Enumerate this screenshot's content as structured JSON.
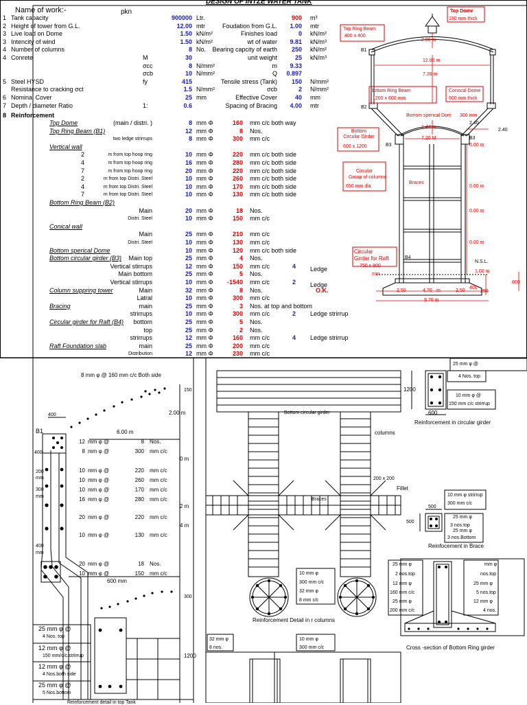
{
  "title": "DESIGN OF INTZE WATER TANK",
  "name_of_work": {
    "label": "Name of work:-",
    "value": "pkn"
  },
  "rows": [
    {
      "no": "1",
      "label": "Tank capacity",
      "v": "900000",
      "u": "Ltr.",
      "v2": "900",
      "u2": "m³"
    },
    {
      "no": "2",
      "label": "Height of tower from G.L.",
      "v": "12.00",
      "u": "mtr",
      "l2": "Foudation from G.L.",
      "v2": "1.00",
      "u2": "mtr"
    },
    {
      "no": "3",
      "label": "Live load on Dome",
      "v": "1.50",
      "u": "kN/m²",
      "l2": "Finishes load",
      "v2": "0",
      "u2": "kN/m²"
    },
    {
      "no": "3",
      "label": "Intencity of wind",
      "v": "1.50",
      "u": "kN/m²",
      "l2": "wt of water",
      "v2": "9.81",
      "u2": "kN/m³"
    },
    {
      "no": "4",
      "label": "Number of columns",
      "v": "8",
      "u": "No.",
      "l2": "Bearing capcity of earth",
      "v2": "250",
      "u2": "kN/m²"
    },
    {
      "no": "4",
      "label": "Conrete",
      "sym": "M",
      "v": "30",
      "u": "",
      "l2": "unit weight",
      "v2": "25",
      "u2": "kN/m³"
    },
    {
      "no": "",
      "label": "",
      "sym": "σcc",
      "v": "8",
      "u": "N/mm²",
      "l2": "m",
      "v2": "9.33",
      "u2": ""
    },
    {
      "no": "",
      "label": "",
      "sym": "σcb",
      "v": "10",
      "u": "N/mm²",
      "l2": "Q",
      "v2": "0.897",
      "u2": ""
    },
    {
      "no": "5",
      "label": "Steel HYSD",
      "sym": "fy",
      "v": "415",
      "u": "",
      "l2": "Tensile stress (Tank)",
      "v2": "150",
      "u2": "N/mm²"
    },
    {
      "no": "",
      "label": "Resistance to cracking σct",
      "sym": "",
      "v": "1.5",
      "u": "N/mm²",
      "l2": "σcb",
      "v2": "2",
      "u2": "N/mm²"
    },
    {
      "no": "6",
      "label": "Nominal Cover",
      "sym": "",
      "v": "25",
      "u": "mm",
      "l2": "Effective Cover",
      "v2": "40",
      "u2": "mm"
    },
    {
      "no": "7",
      "label": "Depth / diameter Ratio",
      "sym": "1:",
      "v": "0.6",
      "u": "",
      "l2": "Spacing of Bracing",
      "v2": "4.00",
      "u2": "mtr"
    }
  ],
  "reinforcement_heading": "Reinforcement",
  "reinforcement": [
    {
      "cat": "Top Dome",
      "sub": "(main / distri. )",
      "d": "8",
      "s": "160",
      "n": "mm c/c both way"
    },
    {
      "cat": "Top Ring Beam (B1)",
      "sub": "",
      "d": "12",
      "s": "8",
      "n": "Nos."
    },
    {
      "cat": "",
      "sub": "two ledge strirrups",
      "d": "8",
      "s": "300",
      "n": "mm c/c"
    },
    {
      "cat": "Vertical wall",
      "sub": "",
      "d": "",
      "s": "",
      "n": ""
    },
    {
      "cat": "",
      "pre": "2",
      "sub": "m from top    hoop ring",
      "d": "10",
      "s": "220",
      "n": "mm c/c both side"
    },
    {
      "cat": "",
      "pre": "4",
      "sub": "m from top    hoop ring",
      "d": "16",
      "s": "280",
      "n": "mm c/c both side"
    },
    {
      "cat": "",
      "pre": "7",
      "sub": "m from top    hoop ring",
      "d": "20",
      "s": "220",
      "n": "mm c/c both side"
    },
    {
      "cat": "",
      "pre": "2",
      "sub": "m from top    Distri. Steel",
      "d": "10",
      "s": "260",
      "n": "mm c/c both side"
    },
    {
      "cat": "",
      "pre": "4",
      "sub": "m from top    Distri. Steel",
      "d": "10",
      "s": "170",
      "n": "mm c/c both side"
    },
    {
      "cat": "",
      "pre": "7",
      "sub": "m from top    Distri. Steel",
      "d": "10",
      "s": "130",
      "n": "mm c/c both side"
    },
    {
      "cat": "Bottom Ring Beam (B2)",
      "sub": "",
      "d": "",
      "s": "",
      "n": ""
    },
    {
      "cat": "",
      "sub": "Main",
      "d": "20",
      "s": "18",
      "n": "Nos."
    },
    {
      "cat": "",
      "sub": "Distri. Steel",
      "d": "10",
      "s": "150",
      "n": "mm c/c"
    },
    {
      "cat": "Conical wall",
      "sub": "",
      "d": "",
      "s": "",
      "n": ""
    },
    {
      "cat": "",
      "sub": "Main",
      "d": "25",
      "s": "210",
      "n": "mm c/c"
    },
    {
      "cat": "",
      "sub": "Distri. Steel",
      "d": "10",
      "s": "130",
      "n": "mm c/c"
    },
    {
      "cat": "Bottom sperical Dome",
      "sub": "",
      "d": "10",
      "s": "120",
      "n": "mm c/c  both side"
    },
    {
      "cat": "Bottom circular girder (B3)",
      "sub": "Main top",
      "d": "25",
      "s": "4",
      "n": "Nos."
    },
    {
      "cat": "",
      "sub": "Vertical stirrups",
      "d": "12",
      "s": "150",
      "n": "mm c/c",
      "x": "4",
      "l": "Ledge"
    },
    {
      "cat": "",
      "sub": "Main bottom",
      "d": "25",
      "s": "5",
      "n": "Nos."
    },
    {
      "cat": "",
      "sub": "Vertical stirrups",
      "d": "10",
      "s": "-1540",
      "n": "mm c/c",
      "x": "2",
      "l": "Ledge"
    },
    {
      "cat": "Column suppring tower",
      "sub": "Main",
      "d": "32",
      "s": "8",
      "n": "Nos.",
      "ok": "O.K."
    },
    {
      "cat": "",
      "sub": "Latral",
      "d": "10",
      "s": "300",
      "n": "mm c/c"
    },
    {
      "cat": "Bracing",
      "sub": "main",
      "d": "25",
      "s": "3",
      "n": "Nos. at top and bottom"
    },
    {
      "cat": "",
      "sub": "strirrups",
      "d": "10",
      "s": "300",
      "n": "mm c/c",
      "x": "2",
      "l": "Ledge strirrup"
    },
    {
      "cat": "Circular girder for Raft (B4)",
      "sub": "bottom",
      "d": "25",
      "s": "5",
      "n": "Nos."
    },
    {
      "cat": "",
      "sub": "top",
      "d": "25",
      "s": "2",
      "n": "Nos.",
      "red": true
    },
    {
      "cat": "",
      "sub": "strirrups",
      "d": "12",
      "s": "160",
      "n": "mm c/c",
      "x": "4",
      "l": "Ledge strirrup"
    },
    {
      "cat": "Raft Foundation slab",
      "sub": "main",
      "d": "25",
      "s": "200",
      "n": "mm c/c"
    },
    {
      "cat": "",
      "sub": "Distribution",
      "d": "12",
      "s": "230",
      "n": "mm c/c"
    }
  ],
  "unit_dia": "mm Φ",
  "elevation": {
    "top_dome": "Top Dome",
    "top_dome_thk": "150    mm thick",
    "top_ring_beam": "Top Ring Beam",
    "trb_size": "400   x   400",
    "b1": "B1",
    "rise": "2.00 m",
    "dia": "12.00  m",
    "height": "7.20 m",
    "bottom_ring_beam": "Bottom Ring Beam",
    "brb_size": "1200   x   600    mm",
    "conical_dome": "Conocal Dome",
    "cd_thk": "600  mm thick",
    "b2": "B2",
    "bottom_dome": "Borrom sperical Dom",
    "bd_thk": "300   mm",
    "dome_rise": "1.44 m",
    "c1": "2.40",
    "c2": "2.40",
    "girder": "Bottom\nCircular Girder",
    "girder_size": "600   x    1200",
    "b3": "B3",
    "girder_dia": "7.20  M",
    "b3r": "B3",
    "h1": "0.00  m",
    "columns": "Circular\nGroup of columns",
    "col_dia": "650     mm dia",
    "braces": "Braces",
    "h2": "0.00  m",
    "h3": "0.00  m",
    "h4": "0.00  m",
    "raft_girder": "Circular\nGirder for Raft",
    "rg_size": "750   x    800",
    "rg_mm": "mm",
    "b4": "B4",
    "nsl": "N.S.L.",
    "h5": "1.00  m",
    "d800": "800",
    "d400": "400",
    "d250": "250",
    "w1": "2.50",
    "w2": "4.70",
    "w3": "m",
    "w4": "2.50",
    "base": "9.70  m"
  },
  "detail": {
    "top_label": "8   mm   φ   @       160       mm c/c Both side",
    "d150": "150",
    "d200": "2.00  m",
    "d400": "400",
    "d600m": "6.00  m",
    "b1": "B1",
    "r1": [
      "12",
      "mm φ  @",
      "8",
      "Nos."
    ],
    "r2": [
      "8",
      "mm φ  @",
      "300",
      "mm c/c"
    ],
    "r3": [
      "10",
      "mm φ  @",
      "220",
      "mm c/c"
    ],
    "r4": [
      "10",
      "mm φ  @",
      "260",
      "mm c/c"
    ],
    "r5": [
      "10",
      "mm φ  @",
      "170",
      "mm c/c"
    ],
    "r6": [
      "16",
      "mm φ  @",
      "280",
      "mm c/c"
    ],
    "r7": [
      "20",
      "mm φ  @",
      "220",
      "mm c/c"
    ],
    "r8": [
      "10",
      "mm φ  @",
      "130",
      "mm c/c"
    ],
    "r9": [
      "20",
      "mm φ  @",
      "18",
      "Nos."
    ],
    "r10": [
      "10",
      "mm φ  @",
      "150",
      "mm c/c"
    ],
    "d600mm": "600 mm",
    "d300": "300",
    "zm": "0 m",
    "d2m": "2 m",
    "d4m": "4 m",
    "l400": "400",
    "l200": "200",
    "lmm": "mm",
    "l300": "300",
    "lmm2": "mm",
    "l400b": "400",
    "lmm3": "mm",
    "bl": [
      "25    mm  φ   @",
      "4 Nos. top",
      "12    mm  φ   @",
      "150  mm/c/c.strirrup",
      "12    mm  φ   @",
      "4 Nos.both side",
      "25    mm  φ   @",
      "5 Nos.bottom"
    ],
    "d1200": "1200",
    "footer": "Reinforcement detail in top Tank"
  },
  "mid": {
    "bcg": "Bottom circular girder",
    "columns": "columns",
    "s200": "200       x       200",
    "fillet": "Fillet",
    "braces": "Braces",
    "c1a": "10 mm φ",
    "c1b": "300  mm c/c",
    "c1c": "32 mm φ",
    "c1d": "8 mm c/c",
    "rdc": "Reinforcement Detail in r columns",
    "b1a": "32 mm φ",
    "b1b": "8 nos.",
    "b2a": "10 mm φ",
    "b2b": "300  mm c/c",
    "d1200": "1200"
  },
  "right": {
    "t1": "25  mm  φ   @",
    "t2": "4 Nos. top",
    "t3": "10  mm  φ   @",
    "t4": "150  mm c/c strirrup",
    "d1200": "1200",
    "d600": "600",
    "rcg": "Reinforcement in circular girder",
    "s1": "10 mm φ strirrup",
    "s2": "300 mm c/c",
    "d500a": "500",
    "d500b": "500",
    "n1": "25 mm φ",
    "n2": "3 nos.top",
    "n3": "25 mm φ",
    "n4": "3 nos.Bottom",
    "rib": "Reinfocement in Brace",
    "l1": "25 mm φ",
    "l2": "2 nos.top",
    "l3": "12 mm φ",
    "l4": "160 mm c/c",
    "l5": "25 mm φ",
    "l6": "200 mm c/c",
    "r1": "mm φ",
    "r2": "nos.top",
    "r3": "25 mm φ",
    "r4": "5 nos.top",
    "r5": "12 mm φ",
    "r6": "4 nos.",
    "csb": "Cross -section of Bottom Ring girder"
  }
}
